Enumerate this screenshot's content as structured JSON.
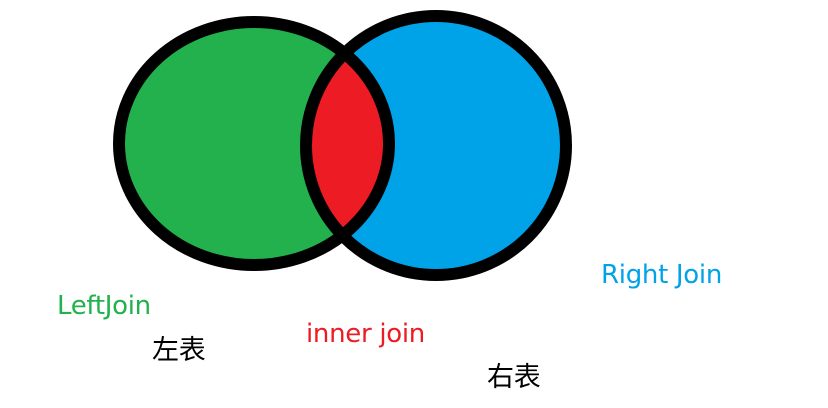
{
  "diagram": {
    "type": "venn",
    "colors": {
      "left": "#22B14C",
      "right": "#00A2E8",
      "intersection": "#ED1C24",
      "outline": "#000000",
      "background": "#FFFFFF"
    },
    "sets": {
      "left": {
        "label": "LeftJoin",
        "table_label": "左表",
        "label_color": "#22B14C"
      },
      "intersection": {
        "label": "inner join",
        "label_color": "#ED1C24"
      },
      "right": {
        "label": "Right Join",
        "table_label": "右表",
        "label_color": "#00A2E8"
      }
    }
  }
}
